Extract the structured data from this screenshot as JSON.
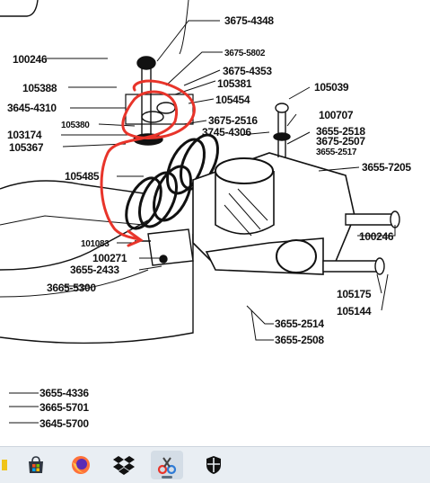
{
  "diagram": {
    "labels": {
      "l3675_4348": "3675-4348",
      "l100246_top": "100246",
      "l3675_5802": "3675-5802",
      "l3675_4353": "3675-4353",
      "l105381": "105381",
      "l105388": "105388",
      "l105454": "105454",
      "l105039": "105039",
      "l3645_4310": "3645-4310",
      "l105380": "105380",
      "l100707": "100707",
      "l3675_2516": "3675-2516",
      "l103174": "103174",
      "l3745_4306": "3745-4306",
      "l3655_2518": "3655-2518",
      "l3675_2507": "3675-2507",
      "l3655_2517": "3655-2517",
      "l105367": "105367",
      "l105485": "105485",
      "l3655_7205": "3655-7205",
      "l100246_right": "100246",
      "l101083": "101083",
      "l100271": "100271",
      "l3655_2433": "3655-2433",
      "l3665_5300": "3665-5300",
      "l105175": "105175",
      "l105144": "105144",
      "l3655_2514": "3655-2514",
      "l3655_2508": "3655-2508",
      "l3655_4336": "3655-4336",
      "l3665_5701": "3665-5701",
      "l3645_5700": "3645-5700"
    },
    "annotation_color": "#e8342a"
  },
  "taskbar": {
    "icons": [
      "store-icon",
      "firefox-icon",
      "dropbox-icon",
      "snipping-tool-icon",
      "security-shield-icon"
    ]
  }
}
